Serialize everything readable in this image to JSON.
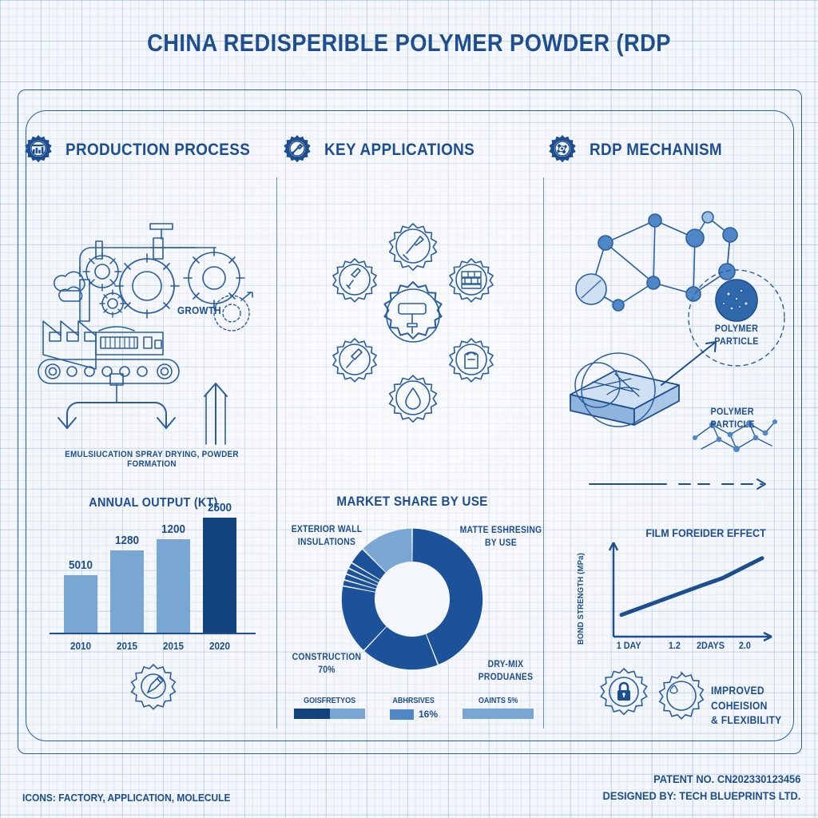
{
  "title": "CHINA REDISPERIBLE POLYMER POWDER (RDP",
  "colors": {
    "primary": "#1d4e8f",
    "dark_bar": "#13437f",
    "light_bar": "#7aa6d4",
    "mid_bar": "#6d9ed2",
    "grid": "#78a0cd",
    "background": "#f3f6fa"
  },
  "sections": [
    {
      "id": "production",
      "icon": "gear-factory-icon",
      "title": "PRODUCTION PROCESS"
    },
    {
      "id": "applications",
      "icon": "gear-tool-icon",
      "title": "KEY APPLICATIONS"
    },
    {
      "id": "mechanism",
      "icon": "gear-molecule-icon",
      "title": "RDP MECHANISM"
    }
  ],
  "production": {
    "growth_label": "GROWTH",
    "process_caption": "EMULSIUCATION  SPRAY DRYING, POWDER FORMATION",
    "bottom_icon": "gear-pencil-icon"
  },
  "mechanism": {
    "particle_label_1": "POLYMER\nPARTICLE",
    "particle_label_top": "POLYMER",
    "particle_label_bottom": "PARTICLE",
    "particle_label_2_top": "POLYMER",
    "particle_label_2_bottom": "PARTICLE",
    "benefit_line1": "IMPROVED",
    "benefit_line2": "COHEISION",
    "benefit_line3": "& FLEXIBILITY",
    "lock_icon": "gear-lock-icon",
    "droplet_icon": "gear-droplet-icon"
  },
  "footer": {
    "icons_note": "ICONS: FACTORY, APPLICATION, MOLECULE",
    "patent": "PATENT NO. CN202330123456",
    "designer": "DESIGNED BY: TECH BLUEPRINTS LTD."
  },
  "chart_data": [
    {
      "type": "bar",
      "title": "ANNUAL OUTPUT (KT)",
      "xlabel": "",
      "ylabel": "",
      "categories": [
        "2010",
        "2015",
        "2015",
        "2020"
      ],
      "values": [
        5010,
        1280,
        1200,
        2500
      ],
      "value_labels": [
        "5010",
        "1280",
        "1200",
        "2500"
      ],
      "bar_pixel_heights": [
        72,
        103,
        117,
        144
      ],
      "bar_colors": [
        "#7aa6d4",
        "#7aa6d4",
        "#7aa6d4",
        "#13437f"
      ],
      "grid": false,
      "legend": "none"
    },
    {
      "type": "pie",
      "title": "MARKET SHARE BY USE",
      "labels": [
        "EXTERIOR WALL\nINSULATIONS",
        "MATTE ESHRESING\nBY USE",
        "CONSTRUCTION\n70%",
        "DRY-MIX\nPRODUANES"
      ],
      "annotations": [
        {
          "text_line1": "EXTERIOR WALL",
          "text_line2": "INSULATIONS",
          "position": "top-left"
        },
        {
          "text_line1": "MATTE ESHRESING",
          "text_line2": "BY USE",
          "position": "top-right"
        },
        {
          "text_line1": "CONSTRUCTION",
          "text_line2": "70%",
          "position": "bottom-left"
        },
        {
          "text_line1": "DRY-MIX",
          "text_line2": "PRODUANES",
          "position": "bottom-right"
        }
      ],
      "slices": [
        {
          "name": "CONSTRUCTION",
          "value": 44,
          "color": "#1b529a"
        },
        {
          "name": "DRY-MIX",
          "value": 18,
          "color": "#1b529a"
        },
        {
          "name": "MATTE",
          "value": 16,
          "color": "#1b529a"
        },
        {
          "name": "sliver-1",
          "value": 1.4,
          "color": "#1b529a"
        },
        {
          "name": "sliver-2",
          "value": 1.4,
          "color": "#1b529a"
        },
        {
          "name": "sliver-3",
          "value": 1.4,
          "color": "#1b529a"
        },
        {
          "name": "sliver-4",
          "value": 1.4,
          "color": "#1b529a"
        },
        {
          "name": "sliver-5",
          "value": 4.0,
          "color": "#1b529a"
        },
        {
          "name": "EXTERIOR WALL",
          "value": 12.4,
          "color": "#7aa6d4"
        }
      ],
      "legend_position": "bottom",
      "legend": [
        {
          "label": "GOISFRETYOS",
          "amount": "",
          "colors": [
            "#13437f",
            "#7aa6d4"
          ]
        },
        {
          "label": "ABHRSIVES",
          "amount": "16%",
          "colors": [
            "#4f86c6"
          ]
        },
        {
          "label": "OAINTS 5%",
          "amount": "",
          "colors": [
            "#7aa6d4"
          ]
        }
      ]
    },
    {
      "type": "line",
      "title": "FILM FOREIDER EFFECT",
      "ylabel": "BOND STRENGTH (MPa)",
      "xlabel": "",
      "x_ticks": [
        "1 DAY",
        "1.2",
        "2DAYS",
        "2.0"
      ],
      "points": [
        [
          0,
          0.18
        ],
        [
          0.55,
          0.55
        ],
        [
          0.72,
          0.66
        ],
        [
          1.0,
          0.92
        ]
      ],
      "grid": false,
      "legend": "none"
    }
  ]
}
